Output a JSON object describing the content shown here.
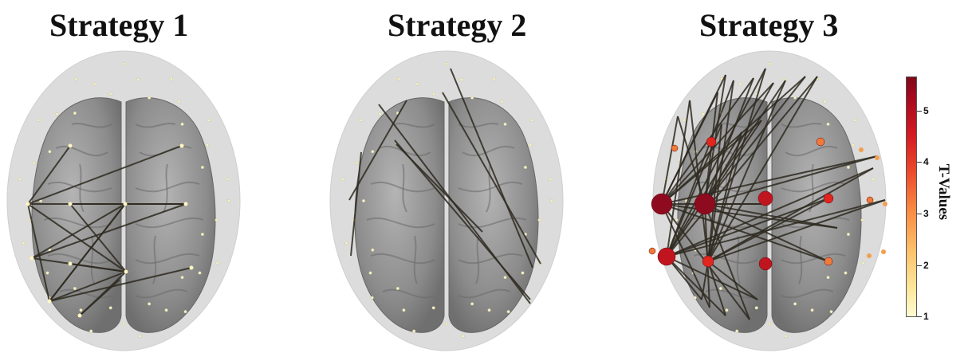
{
  "panels": [
    {
      "title": "Strategy 1"
    },
    {
      "title": "Strategy 2"
    },
    {
      "title": "Strategy 3"
    }
  ],
  "colorbar": {
    "label": "T-Values",
    "ticks": [
      "1",
      "2",
      "3",
      "4",
      "5"
    ],
    "range": [
      1,
      5.7
    ],
    "colors": [
      "#fffbd0",
      "#fdbf6a",
      "#ec4c2c",
      "#a3091e",
      "#80071a"
    ]
  },
  "colors": {
    "head": "#dcdcdc",
    "brain": "#8a8a8a",
    "connection": "#2e2a20",
    "node_small": "#f0a050"
  }
}
